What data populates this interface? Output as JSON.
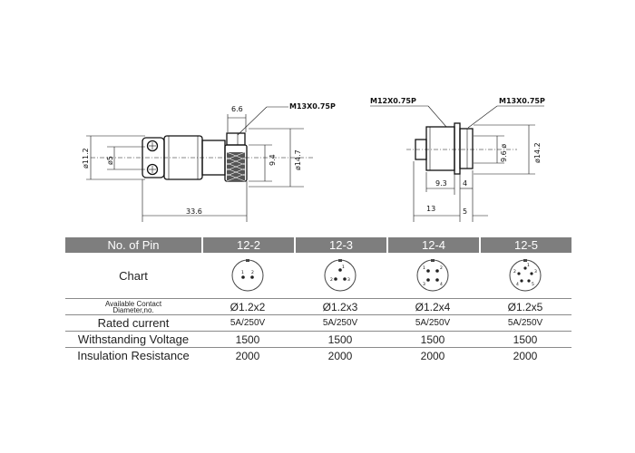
{
  "drawing": {
    "left_view": {
      "thread_label": "M13X0.75P",
      "dim_width_top": "6.6",
      "dim_dia_left": "ø11.2",
      "dim_dia_inner": "ø5",
      "dim_94": "9.4",
      "dim_dia_147": "ø14.7",
      "dim_length": "33.6"
    },
    "right_view": {
      "thread_label_left": "M12X0.75P",
      "thread_label_right": "M13X0.75P",
      "dim_96": "9.6 ø",
      "dim_dia_142": "ø14.2",
      "dim_93": "9.3",
      "dim_4": "4",
      "dim_13": "13",
      "dim_5": "5"
    }
  },
  "table": {
    "header": [
      "No. of Pin",
      "12-2",
      "12-3",
      "12-4",
      "12-5"
    ],
    "chart_label": "Chart",
    "pin_charts": [
      {
        "pins": [
          "1",
          "2"
        ]
      },
      {
        "pins": [
          "1",
          "2",
          "3"
        ]
      },
      {
        "pins": [
          "1",
          "2",
          "3",
          "4"
        ]
      },
      {
        "pins": [
          "1",
          "2",
          "3",
          "4",
          "5"
        ]
      }
    ],
    "contact_label_line1": "Available Contact",
    "contact_label_line2": "Diameter,no.",
    "contact_values": [
      "Ø1.2x2",
      "Ø1.2x3",
      "Ø1.2x4",
      "Ø1.2x5"
    ],
    "current_label": "Rated current",
    "current_values": [
      "5A/250V",
      "5A/250V",
      "5A/250V",
      "5A/250V"
    ],
    "voltage_label": "Withstanding Voltage",
    "voltage_values": [
      "1500",
      "1500",
      "1500",
      "1500"
    ],
    "insulation_label": "Insulation Resistance",
    "insulation_values": [
      "2000",
      "2000",
      "2000",
      "2000"
    ]
  }
}
